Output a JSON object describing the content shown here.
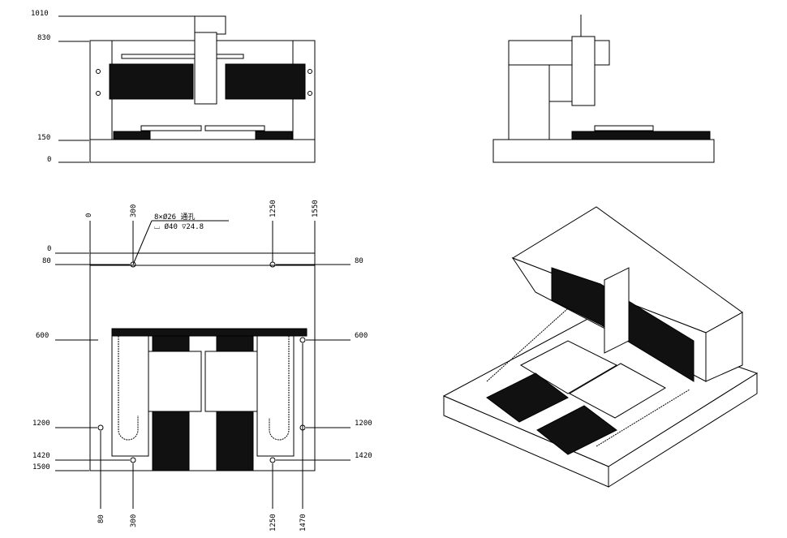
{
  "front_view": {
    "height_labels": [
      "1010",
      "830",
      "150",
      "0"
    ]
  },
  "top_view": {
    "top_labels": [
      "0",
      "300",
      "1250",
      "1550"
    ],
    "left_labels": [
      "0",
      "80",
      "600",
      "1200",
      "1420",
      "1500"
    ],
    "right_labels": [
      "80",
      "600",
      "1200",
      "1420"
    ],
    "bottom_labels": [
      "80",
      "300",
      "1250",
      "1470"
    ],
    "hole_note_line1": "8×Ø26 通孔",
    "hole_note_line2": "⌴ Ø40 ⊽24.8"
  }
}
